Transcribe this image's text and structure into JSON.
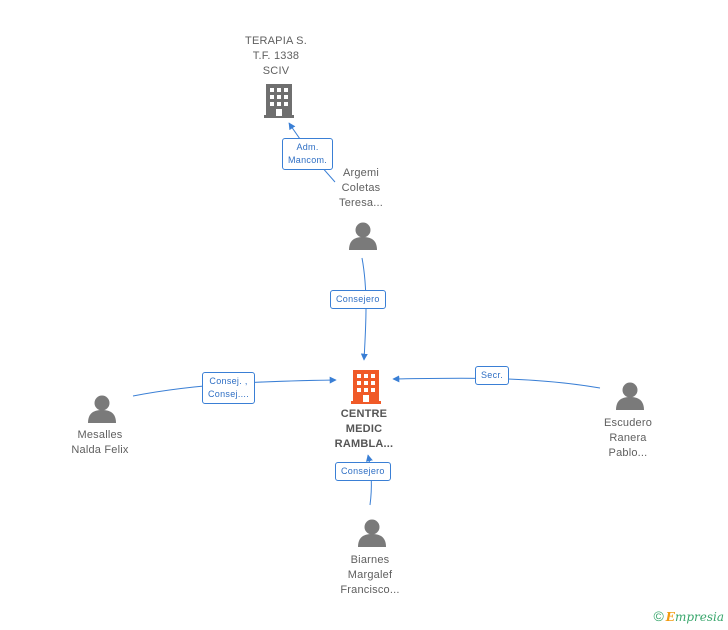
{
  "colors": {
    "edge": "#3a7fd5",
    "person_icon": "#7a7a7a",
    "company_icon": "#6f6f6f",
    "center_company_icon": "#f05a28",
    "brand_green": "#3aa76d",
    "brand_orange": "#f39c12"
  },
  "nodes": {
    "terapia": {
      "icon": "building-icon",
      "lines": [
        "TERAPIA S.",
        "T.F. 1338",
        "SCIV"
      ]
    },
    "argemi": {
      "icon": "person-icon",
      "lines": [
        "Argemi",
        "Coletas",
        "Teresa..."
      ]
    },
    "center": {
      "icon": "building-icon",
      "lines": [
        "CENTRE",
        "MEDIC",
        "RAMBLA..."
      ]
    },
    "mesalles": {
      "icon": "person-icon",
      "lines": [
        "Mesalles",
        "Nalda Felix"
      ]
    },
    "escudero": {
      "icon": "person-icon",
      "lines": [
        "Escudero",
        "Ranera",
        "Pablo..."
      ]
    },
    "biarnes": {
      "icon": "person-icon",
      "lines": [
        "Biarnes",
        "Margalef",
        "Francisco..."
      ]
    }
  },
  "edges": {
    "adm": {
      "lines": [
        "Adm.",
        "Mancom."
      ]
    },
    "consejero_top": {
      "lines": [
        "Consejero"
      ]
    },
    "consej_left": {
      "lines": [
        "Consej. ,",
        "Consej...."
      ]
    },
    "secr": {
      "lines": [
        "Secr."
      ]
    },
    "consejero_bottom": {
      "lines": [
        "Consejero"
      ]
    }
  },
  "brand": {
    "copyright": "©",
    "e": "E",
    "rest": "mpresia"
  }
}
